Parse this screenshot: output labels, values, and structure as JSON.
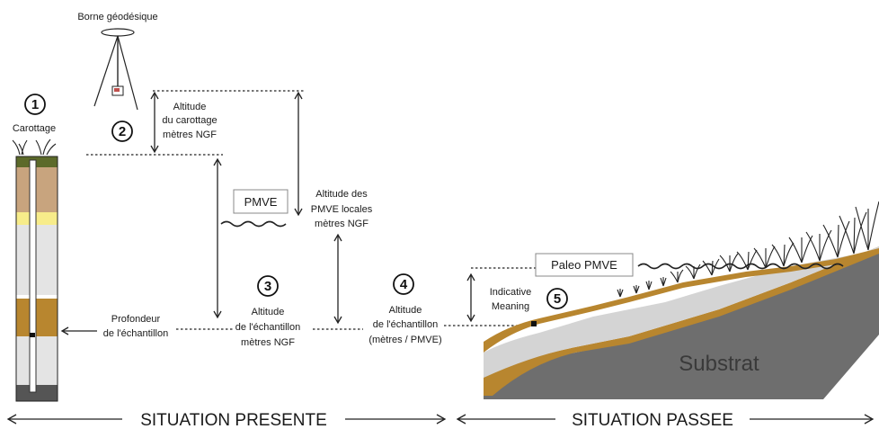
{
  "labels": {
    "borne": "Borne géodésique",
    "carottage": "Carottage",
    "alt_carottage_1": "Altitude",
    "alt_carottage_2": "du carottage",
    "alt_carottage_3": "mètres NGF",
    "pmve": "PMVE",
    "alt_pmve_1": "Altitude des",
    "alt_pmve_2": "PMVE locales",
    "alt_pmve_3": "mètres NGF",
    "profondeur_1": "Profondeur",
    "profondeur_2": "de l'échantillon",
    "alt_ech_ngf_1": "Altitude",
    "alt_ech_ngf_2": "de l'échantillon",
    "alt_ech_ngf_3": "mètres NGF",
    "alt_ech_pmve_1": "Altitude",
    "alt_ech_pmve_2": "de l'échantillon",
    "alt_ech_pmve_3": "(mètres / PMVE)",
    "indicative_1": "Indicative",
    "indicative_2": "Meaning",
    "paleo_pmve": "Paleo PMVE",
    "substrat": "Substrat",
    "situation_presente": "SITUATION PRESENTE",
    "situation_passee": "SITUATION PASSEE"
  },
  "markers": {
    "m1": "1",
    "m2": "2",
    "m3": "3",
    "m4": "4",
    "m5": "5"
  },
  "colors": {
    "sand_tan": "#c8a47e",
    "yellow": "#f7ec8a",
    "light_grey": "#e4e4e4",
    "ochre": "#b8862f",
    "dark_soil": "#3a3a2a",
    "moss": "#5c6a2a",
    "substrat_grey": "#6e6e6e",
    "sediment_grey": "#d4d4d4",
    "crust": "#b8862f"
  }
}
